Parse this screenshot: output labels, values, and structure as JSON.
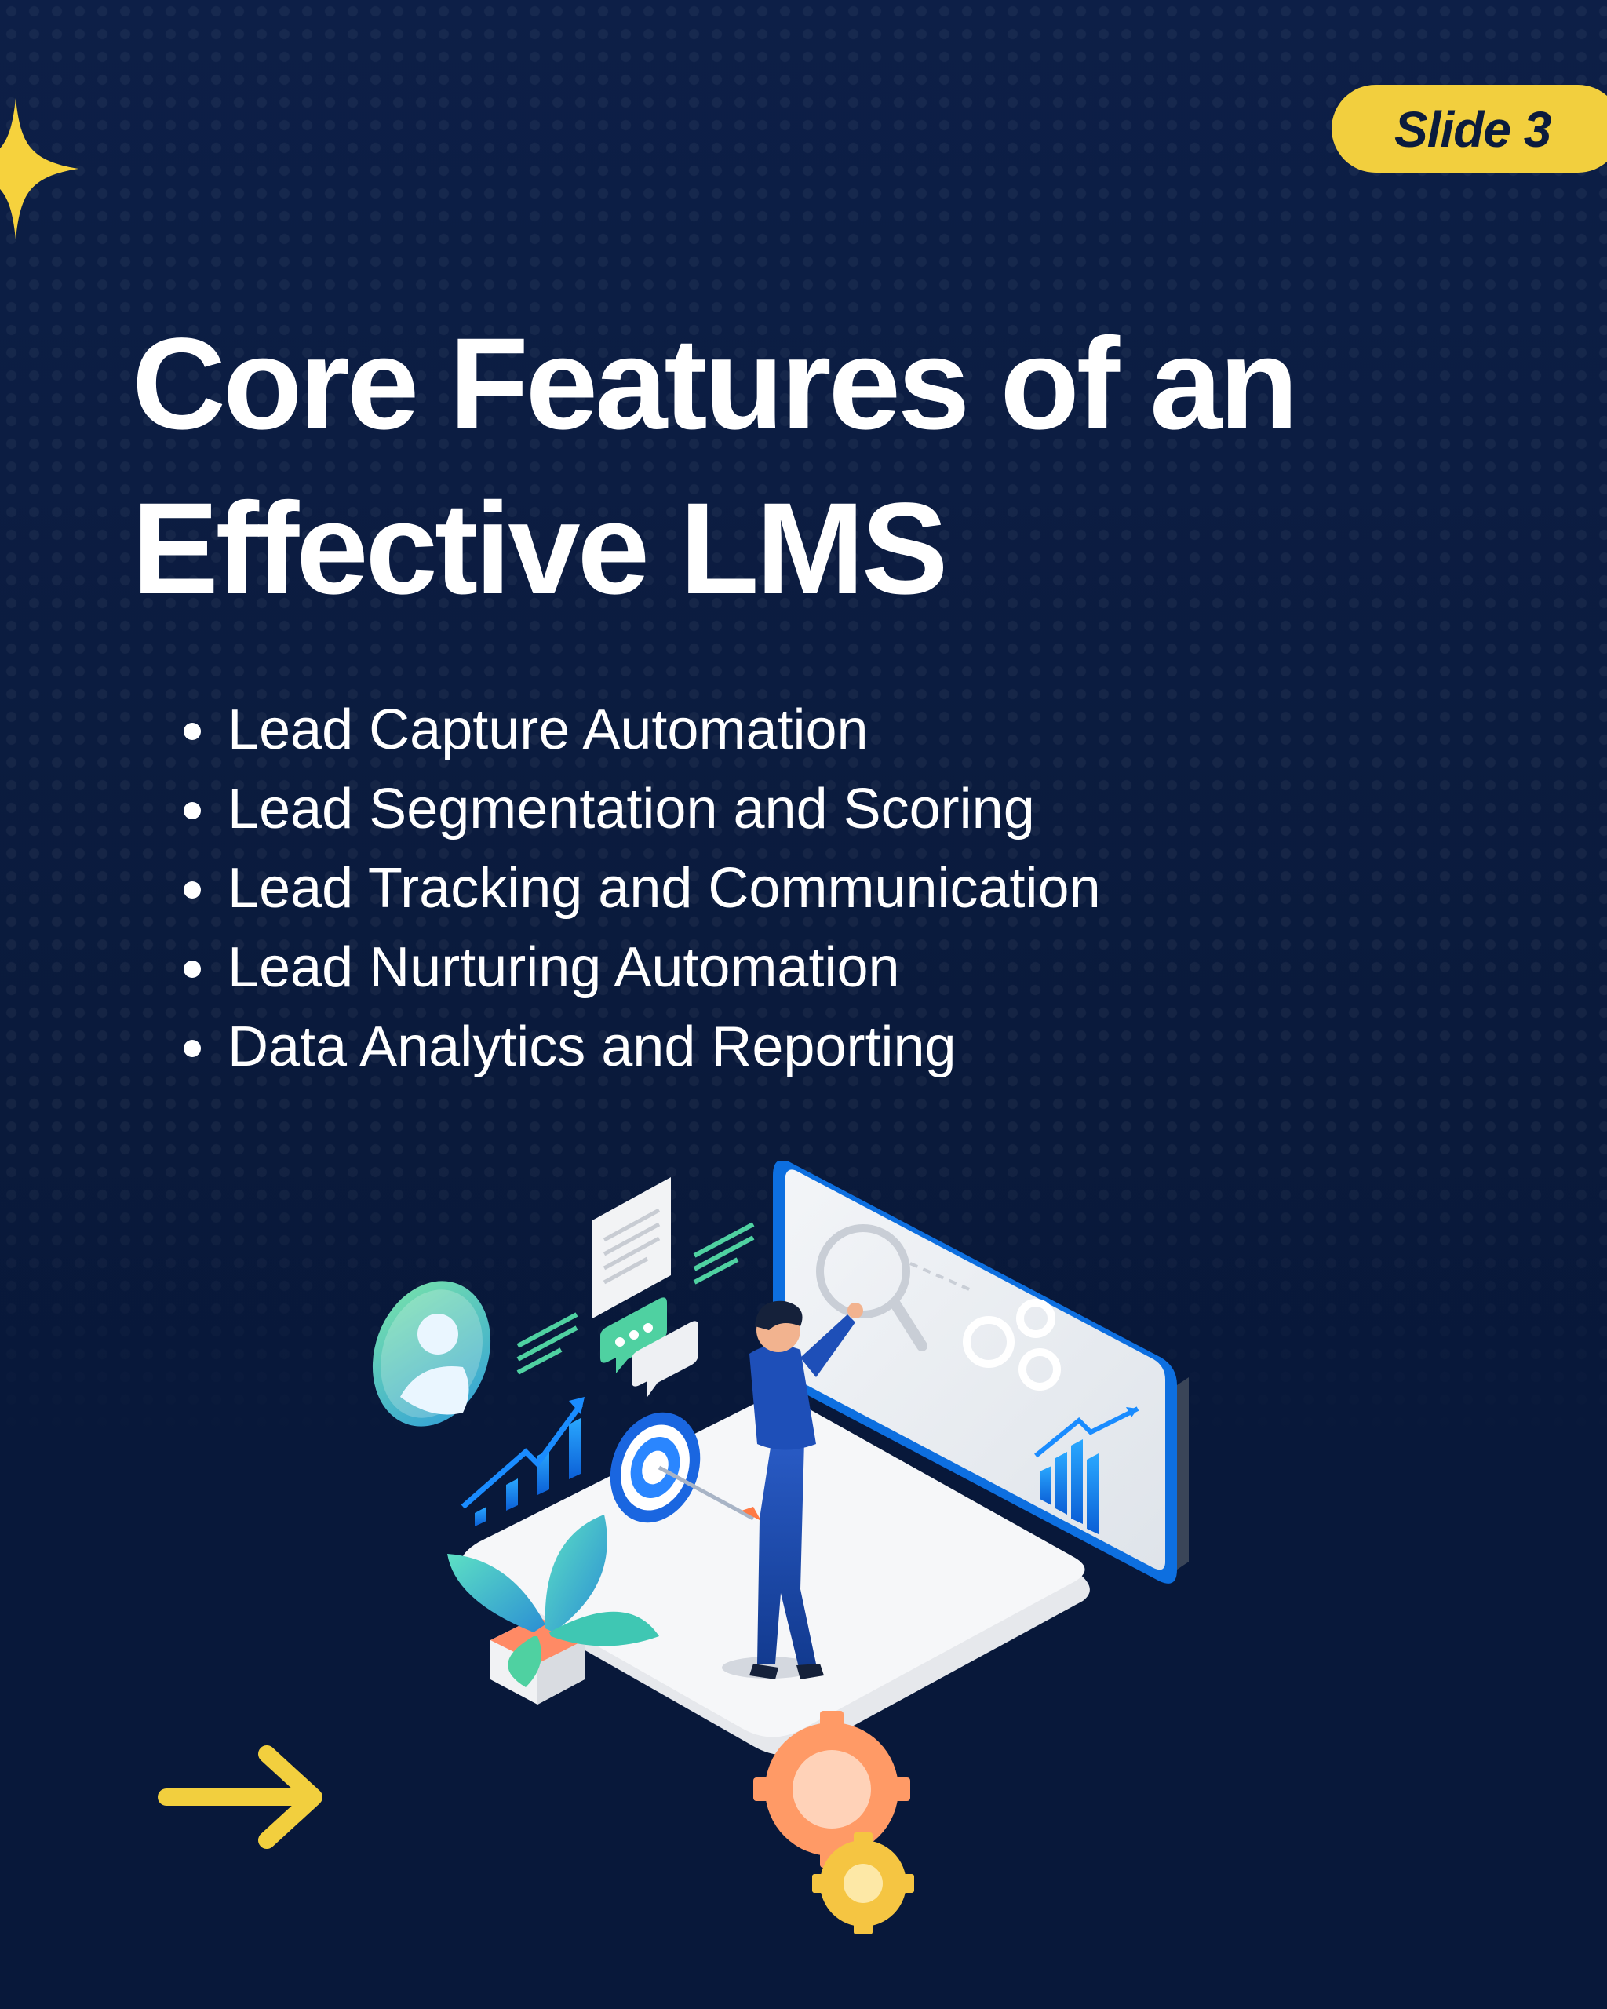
{
  "badge": {
    "label": "Slide 3",
    "color": "#f2cf3e"
  },
  "title": "Core Features of an Effective LMS",
  "features": [
    "Lead Capture Automation",
    "Lead Segmentation and Scoring",
    "Lead Tracking and Communication",
    "Lead Nurturing Automation",
    "Data Analytics and Reporting"
  ],
  "icons": {
    "decoration": "sparkle-icon",
    "navigation": "arrow-right-icon",
    "illustration": "lms-analytics-illustration"
  },
  "colors": {
    "background": "#0b1b3d",
    "accent": "#f2cf3e",
    "text": "#ffffff"
  }
}
